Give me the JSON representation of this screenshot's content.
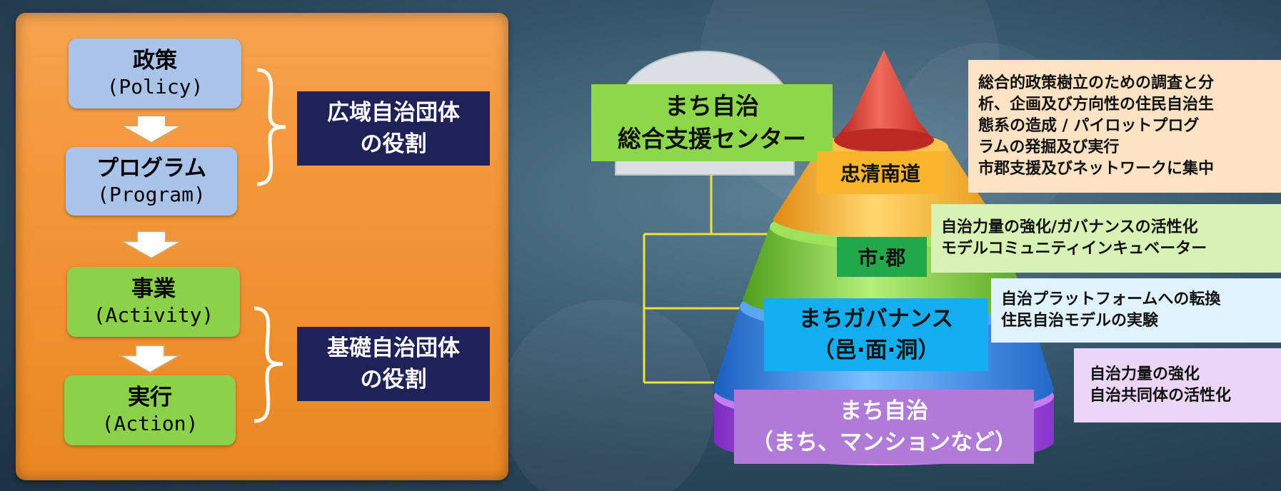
{
  "colors": {
    "panel_orange": "#f29639",
    "blue_step": "#a9c4e8",
    "green_step": "#8cd14a",
    "role_navy": "#1f2259",
    "connector_yellow": "#f2df3a",
    "tier_top_red": "#e8473a",
    "tier_orange": "#f7b42c",
    "tier_green": "#8ed64a",
    "tier_blue": "#3c8ee6",
    "tier_purple": "#b658e8"
  },
  "left_panel": {
    "steps": [
      {
        "title": "政策",
        "subtitle": "(Policy)"
      },
      {
        "title": "プログラム",
        "subtitle": "(Program)"
      },
      {
        "title": "事業",
        "subtitle": "(Activity)"
      },
      {
        "title": "実行",
        "subtitle": "(Action)"
      }
    ],
    "roles": [
      {
        "line1": "広域自治団体",
        "line2": "の役割"
      },
      {
        "line1": "基礎自治団体",
        "line2": "の役割"
      }
    ]
  },
  "pyramid": {
    "center_label": {
      "line1": "まち自治",
      "line2": "総合支援センター"
    },
    "tiers": [
      {
        "label": "忠清南道",
        "desc": [
          "総合的政策樹立のための調査と分",
          "析、企画及び方向性の住民自治生",
          "態系の造成 / パイロットプログ",
          "ラムの発掘及び実行",
          "市郡支援及びネットワークに集中"
        ]
      },
      {
        "label": "市·郡",
        "desc": [
          "自治力量の強化/ガバナンスの活性化",
          "モデルコミュニティインキュベーター"
        ]
      },
      {
        "label_line1": "まちガバナンス",
        "label_line2": "（邑·面·洞）",
        "desc": [
          "自治プラットフォームへの転換",
          "住民自治モデルの実験"
        ]
      },
      {
        "label_line1": "まち自治",
        "label_line2": "（まち、マンションなど）",
        "desc": [
          "自治力量の強化",
          "自治共同体の活性化"
        ]
      }
    ]
  }
}
